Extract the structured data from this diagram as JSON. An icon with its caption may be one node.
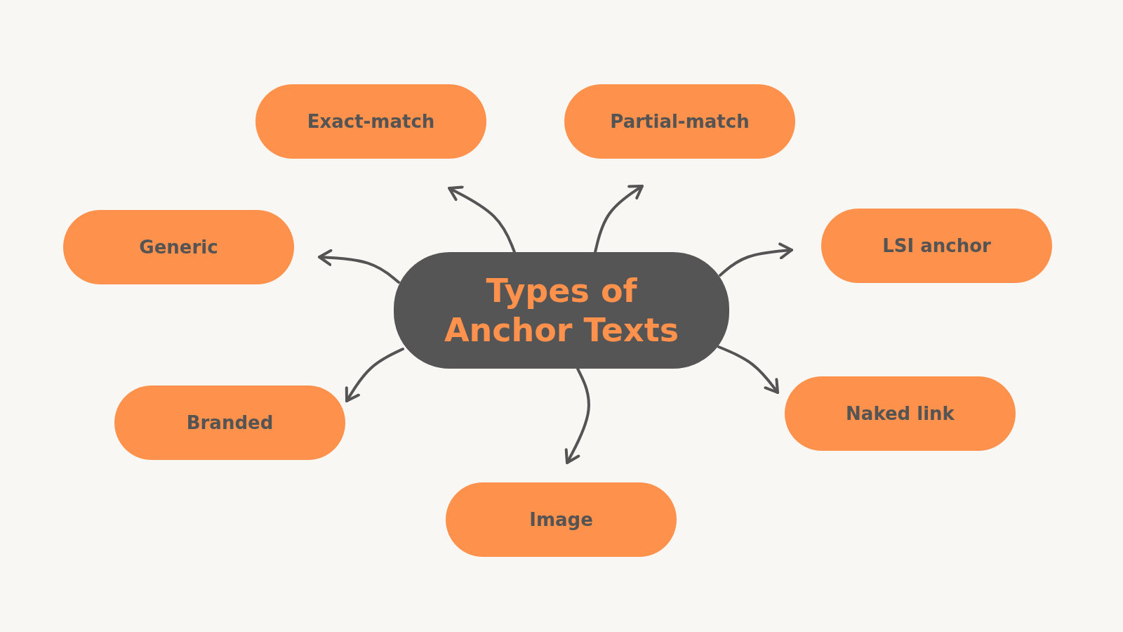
{
  "diagram": {
    "nodes": [
      {
        "text": [
          "Types of Anchor Texts"
        ]
      },
      {
        "text": [
          "Exact-match"
        ]
      },
      {
        "text": [
          "Partial-match"
        ]
      },
      {
        "text": [
          "Generic"
        ]
      },
      {
        "text": [
          "LSI anchor"
        ]
      },
      {
        "text": [
          "Branded"
        ]
      },
      {
        "text": [
          "Naked link"
        ]
      },
      {
        "text": [
          "Image"
        ]
      }
    ],
    "edges": [
      {
        "from": 0,
        "to": 1,
        "arrow": "to"
      },
      {
        "from": 0,
        "to": 2,
        "arrow": "to"
      },
      {
        "from": 0,
        "to": 3,
        "arrow": "to"
      },
      {
        "from": 0,
        "to": 4,
        "arrow": "to"
      },
      {
        "from": 0,
        "to": 5,
        "arrow": "to"
      },
      {
        "from": 0,
        "to": 6,
        "arrow": "to"
      },
      {
        "from": 0,
        "to": 7,
        "arrow": "to"
      }
    ]
  }
}
